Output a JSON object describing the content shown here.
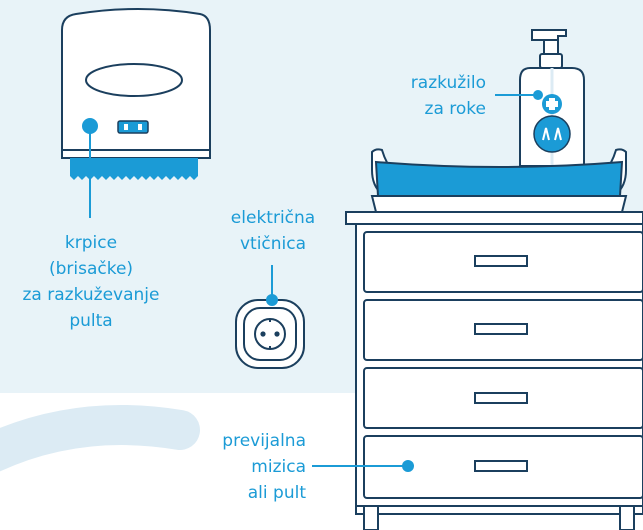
{
  "colors": {
    "background_band": "#e8f3f8",
    "curve": "#dcebf4",
    "outline": "#1b3f5e",
    "accent": "#1b9bd6",
    "white": "#ffffff"
  },
  "labels": {
    "wipes": [
      "krpice",
      "(brisačke)",
      "za razkuževanje",
      "pulta"
    ],
    "socket": [
      "električna",
      "vtičnica"
    ],
    "sanitizer": [
      "razkužilo",
      "za roke"
    ],
    "table": [
      "previjalna",
      "mizica",
      "ali pult"
    ]
  },
  "icons": {
    "dispenser": "paper-towel-dispenser-icon",
    "socket": "power-socket-icon",
    "bottle": "hand-sanitizer-bottle-icon",
    "cross": "medical-cross-icon",
    "hands": "hands-icon",
    "tray": "changing-tray-icon",
    "cabinet": "drawer-cabinet-icon"
  }
}
